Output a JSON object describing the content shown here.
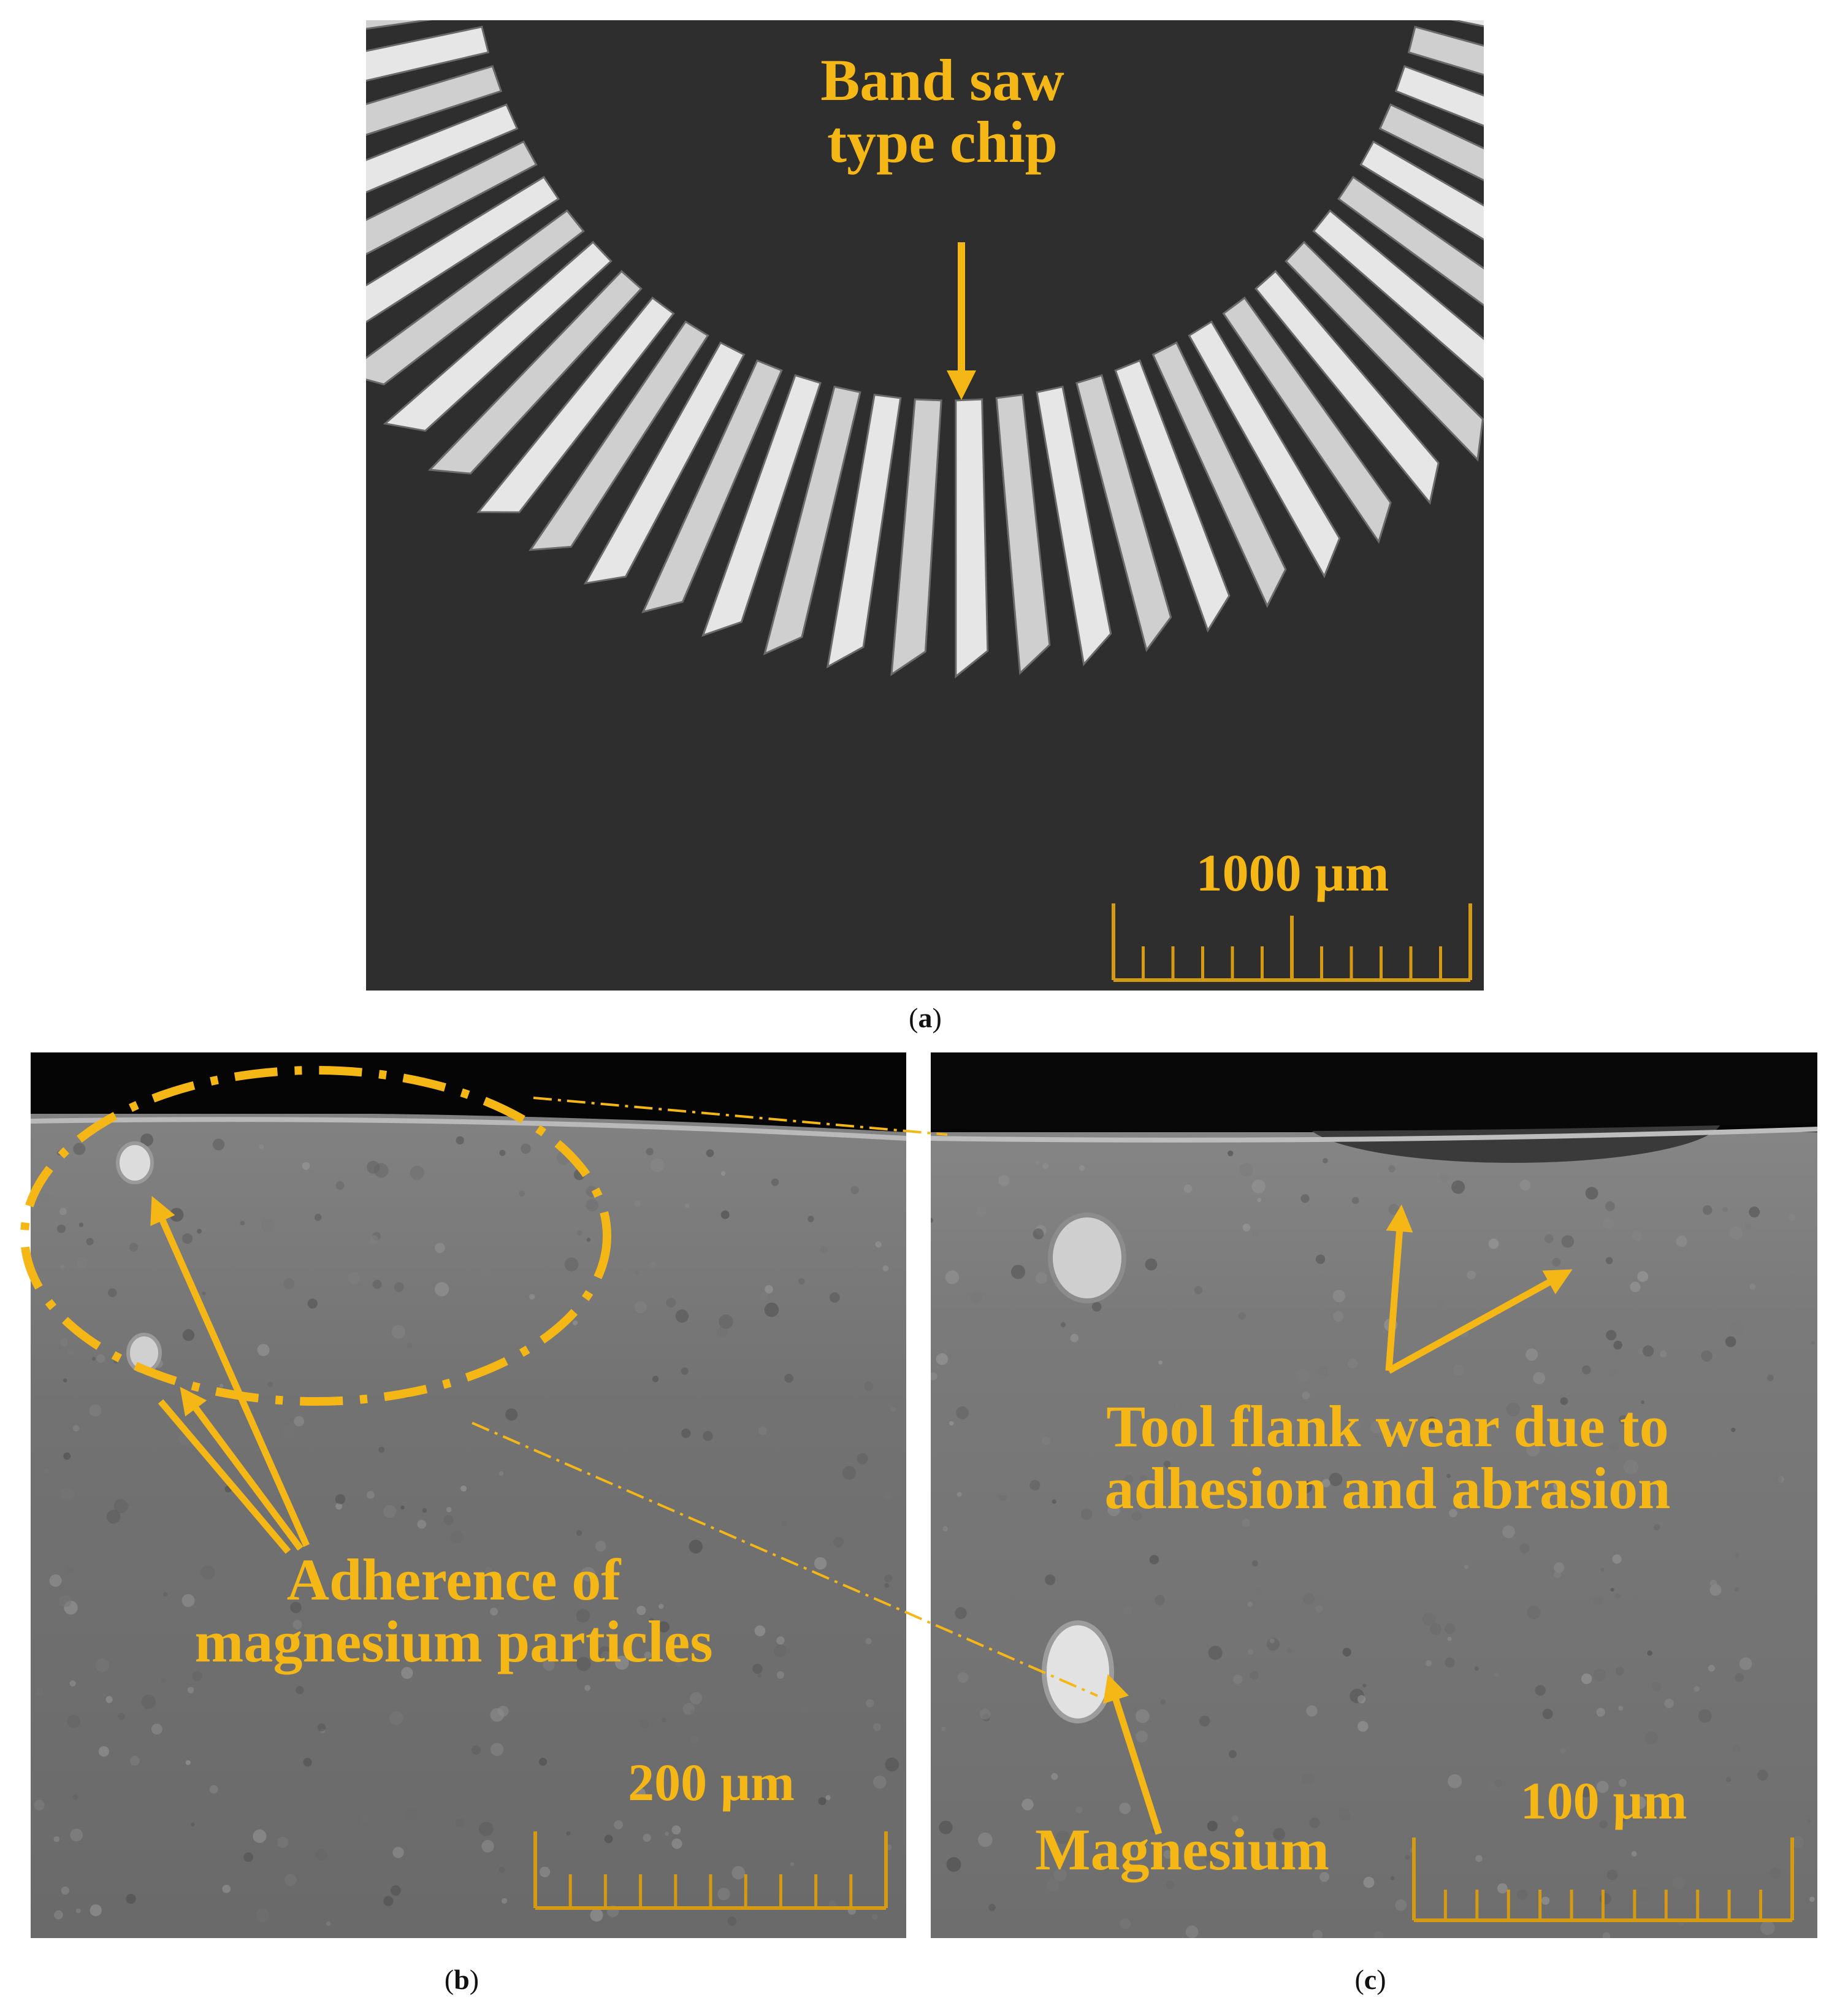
{
  "colors": {
    "accent": "#f5b716",
    "sem_dark": "#2f2f2f",
    "sem_gray": "#6a6a6a"
  },
  "panel_a": {
    "label_line1": "Band saw",
    "label_line2": "type chip",
    "scale_text": "1000 µm",
    "caption_letter": "a"
  },
  "panel_b": {
    "label_line1": "Adherence of",
    "label_line2": "magnesium particles",
    "scale_text": "200 µm",
    "caption_letter": "b"
  },
  "panel_c": {
    "label_line1": "Tool flank wear due to",
    "label_line2": "adhesion and abrasion",
    "label_magnesium": "Magnesium",
    "scale_text": "100 µm",
    "caption_letter": "c"
  }
}
